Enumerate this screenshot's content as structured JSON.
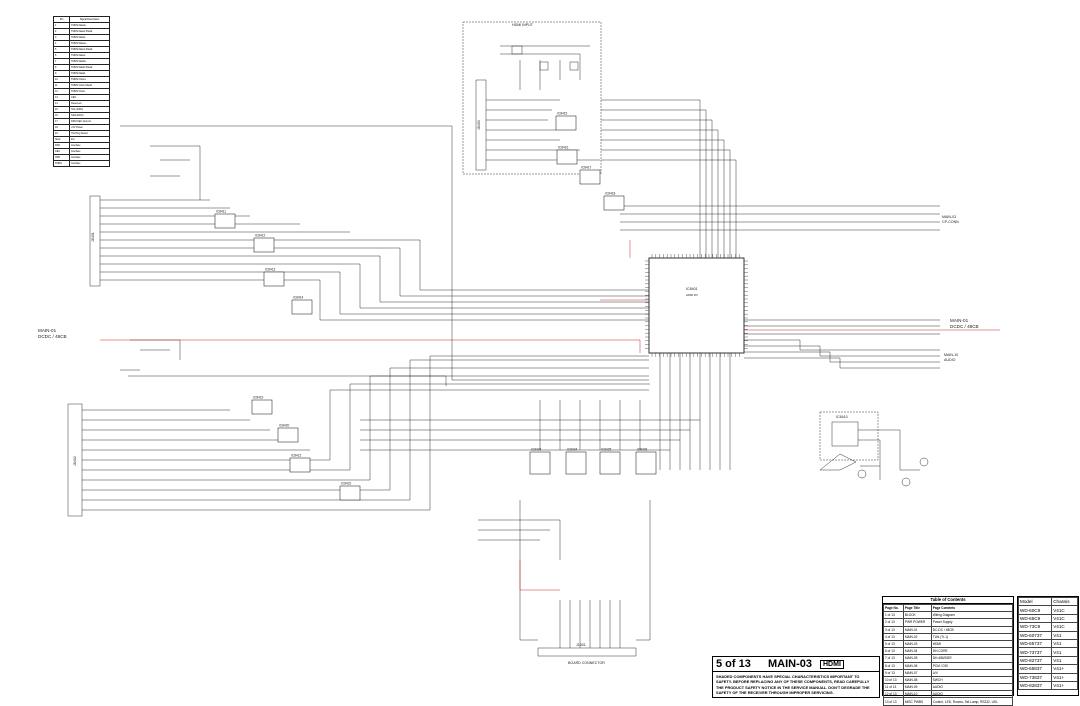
{
  "pin_table": {
    "headers": [
      "Pin",
      "Signal Description"
    ],
    "rows": [
      [
        "1",
        "TMDS Data2+"
      ],
      [
        "2",
        "TMDS Data2 Shield"
      ],
      [
        "3",
        "TMDS Data2-"
      ],
      [
        "4",
        "TMDS Data1+"
      ],
      [
        "5",
        "TMDS Data1 Shield"
      ],
      [
        "6",
        "TMDS Data1-"
      ],
      [
        "7",
        "TMDS Data0+"
      ],
      [
        "8",
        "TMDS Data0 Shield"
      ],
      [
        "9",
        "TMDS Data0-"
      ],
      [
        "10",
        "TMDS Clock+"
      ],
      [
        "11",
        "TMDS Clock Shield"
      ],
      [
        "12",
        "TMDS Clock-"
      ],
      [
        "13",
        "CEC"
      ],
      [
        "14",
        "Reserved"
      ],
      [
        "15",
        "SCL (DDC)"
      ],
      [
        "16",
        "SDA (DDC)"
      ],
      [
        "17",
        "DDC/CEC Ground"
      ],
      [
        "18",
        "+5V Power"
      ],
      [
        "19",
        "Hot Plug Detect"
      ],
      [
        "Shell",
        "FG"
      ],
      [
        "DDC",
        "Interface"
      ],
      [
        "CEC",
        "Interface"
      ],
      [
        "HPD",
        "Interface"
      ],
      [
        "TMDS",
        "Interface"
      ]
    ]
  },
  "labels": {
    "hdmi_block": "HDMI INPUT",
    "main_dddd_top": "MAIN-03",
    "main_dddd_top_sub": "CP-CONN",
    "main_left_1": "MAIN-01",
    "main_left_2": "DCDC / 48CB",
    "main_right_1": "MAIN-01",
    "main_right_2": "DCDC / 48CB",
    "main_right_3": "MAIN-10",
    "main_right_4": "AUDIO",
    "bottom_conn": "BOARD CONNECTOR",
    "ic_main": "IC8401",
    "ic_main_sub": "HDMI RX",
    "ic_bottom_conn": "J1301",
    "conn_left_top": "J8401",
    "conn_left_bottom": "J8402",
    "conn_top": "J8403",
    "ic_small_right": "IC8410"
  },
  "chips": [
    "IC8411",
    "IC8412",
    "IC8413",
    "IC8414",
    "IC8415",
    "IC8416",
    "IC8417",
    "IC8418",
    "IC8419",
    "IC8420",
    "IC8421",
    "IC8422",
    "IC8423",
    "IC8424",
    "IC8425",
    "IC8426"
  ],
  "title_block": {
    "page": "5 of 13",
    "name": "MAIN-03",
    "sub": "HDMI",
    "warning": "SHADED COMPONENTS HAVE SPECIAL CHARACTERISTICS IMPORTANT TO SAFETY. BEFORE REPLACING ANY OF THESE COMPONENTS, READ CAREFULLY THE PRODUCT SAFETY NOTICE IN THE SERVICE MANUAL. DON'T DEGRADE THE SAFETY OF THE RECEIVER THROUGH IMPROPER SERVICING."
  },
  "toc": {
    "title": "Table of Contents",
    "headers": [
      "Page No.",
      "Page Title",
      "Page Contents"
    ],
    "rows": [
      [
        "1 of 13",
        "BLOCK",
        "Wiring Diagram"
      ],
      [
        "2 of 13",
        "PWR POWER",
        "Power Supply"
      ],
      [
        "3 of 13",
        "MAIN-01",
        "DC-DC / 48CB"
      ],
      [
        "4 of 13",
        "MAIN-02",
        "TUN (Tr-1)"
      ],
      [
        "5 of 13",
        "MAIN-03",
        "HDMI"
      ],
      [
        "6 of 13",
        "MAIN-04",
        "DH-CORE"
      ],
      [
        "7 of 13",
        "MAIN-05",
        "DH-486/DDR"
      ],
      [
        "8 of 13",
        "MAIN-06",
        "PCM / DSI"
      ],
      [
        "9 of 13",
        "MAIN-07",
        "A/V"
      ],
      [
        "10 of 13",
        "MAIN-08",
        "SWCH"
      ],
      [
        "11 of 13",
        "MAIN-09",
        "AUDIO"
      ],
      [
        "12 of 13",
        "MAIN-10",
        "AUDIO"
      ],
      [
        "13 of 13",
        "MISC PWBS",
        "Control, LED, Rooms, Sel-Lamp, RS232, USL"
      ]
    ]
  },
  "models": {
    "headers": [
      "Model",
      "Chassis"
    ],
    "rows": [
      [
        "WD-60C9",
        "V41C"
      ],
      [
        "WD-65C9",
        "V41C"
      ],
      [
        "WD-73C9",
        "V41C"
      ],
      [
        "WD-60737",
        "V41"
      ],
      [
        "WD-65737",
        "V41"
      ],
      [
        "WD-73737",
        "V41"
      ],
      [
        "WD-82737",
        "V41"
      ],
      [
        "WD-65837",
        "V41+"
      ],
      [
        "WD-73837",
        "V41+"
      ],
      [
        "WD-82837",
        "V41+"
      ]
    ]
  },
  "colors": {
    "line": "#333333",
    "red_net": "#cc2222",
    "background": "#ffffff"
  }
}
